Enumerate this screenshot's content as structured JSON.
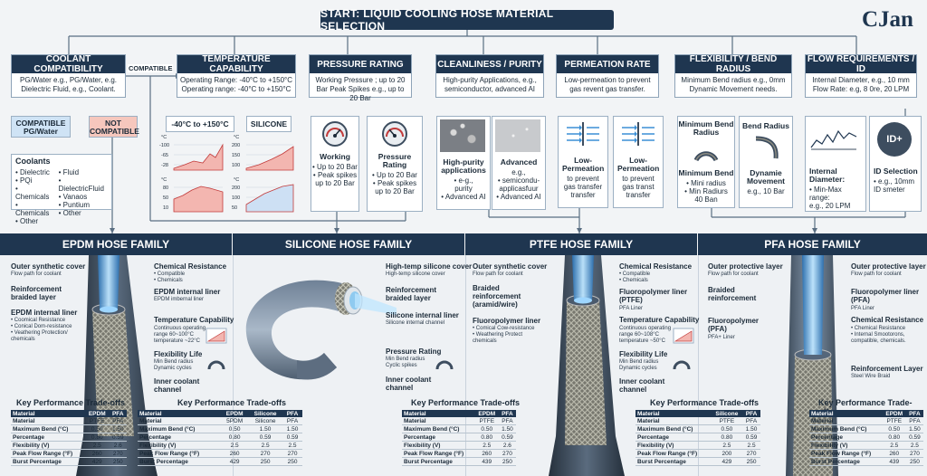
{
  "start": "START: LIQUID COOLING HOSE MATERIAL SELECTION",
  "logo": "CJan",
  "compatible_tag": "COMPATIBLE",
  "columns": [
    {
      "title": "COOLANT COMPATIBILITY",
      "text": "PG/Water e.g., PG/Water, e.g. Dielectric Fluid, e.g., Coolant."
    },
    {
      "title": "TEMPERATURE CAPABILITY",
      "text": "Operating Range: -40°C to +150°C Operating range: -40°C to +150°C"
    },
    {
      "title": "PRESSURE RATING",
      "text": "Working Pressure ; up to 20 Bar Peak Spikes e.g., up to 20 Bar"
    },
    {
      "title": "CLEANLINESS / PURITY",
      "text": "High-purity Applications, e.g., semiconductor, advanced AI"
    },
    {
      "title": "PERMEATION RATE",
      "text": "Low-permeation to prevent gas revent gas transfer."
    },
    {
      "title": "FLEXIBILITY / BEND RADIUS",
      "text": "Minimum Bend radius e.g., 0mm Dynamic Movement needs."
    },
    {
      "title": "FLOW REQUIREMENTS / ID",
      "text": "Internal Diameter, e.g., 10 mm Flow Rate: e.g, 8 0re, 20 LPM"
    }
  ],
  "coolant": {
    "compatible": "COMPATIBLE PG/Water",
    "not_compatible": "NOT COMPATIBLE",
    "coolants_title": "Coolants",
    "list_left": [
      "• Dielectric",
      "• PQi",
      "• Chemicals",
      "• Chemicals",
      "• Other"
    ],
    "list_right": [
      "• Fluid",
      "• DielectricFluid",
      "• Vanaos",
      "• Puntium",
      "• Other"
    ]
  },
  "temperature": {
    "range_a": "-40°C to +150°C",
    "range_b": "SILICONE",
    "unit": "°C",
    "ticks_a": [
      "-100",
      "-65",
      "-28"
    ],
    "ticks_b": [
      "200",
      "150",
      "100"
    ],
    "ticks_c": [
      "80",
      "50",
      "10"
    ],
    "ticks_d": [
      "200",
      "100",
      "50"
    ]
  },
  "pressure": {
    "a_title": "Working",
    "a_items": [
      "• Up to 20 Bar",
      "• Peak spikes",
      "up to 20 Bar"
    ],
    "b_title": "Pressure Rating",
    "b_items": [
      "• Up to 20 Bar",
      "• Peak spikes",
      "up to 20 Bar"
    ]
  },
  "cleanliness": {
    "a_title": "High-purity applications",
    "a_items": [
      "• e-g.,",
      "purity",
      "• Advanced AI"
    ],
    "b_title": "Advanced",
    "b_items": [
      "e.g.,",
      "• semicondu-",
      "applicasfuur",
      "• Advanced AI"
    ]
  },
  "permeation": {
    "a_title": "Low-Permeation",
    "a_items": [
      "to prevent",
      "gas transfer",
      "transfer"
    ],
    "b_title": "Low-Permeation",
    "b_items": [
      "to prevent",
      "gas transt",
      "transfer"
    ]
  },
  "flex": {
    "a_head": "Minimum Bend Radius",
    "a_title": "Minimum Bend",
    "a_items": [
      "• Mini radius",
      "• Min Radiurs",
      "40 Ban"
    ],
    "b_head": "Bend Radius",
    "b_title": "Dynamie Movement",
    "b_items": [
      "e.g., 10 Bar"
    ]
  },
  "flow": {
    "a_title": "Internal Diameter:",
    "a_items": [
      "• Min-Max range:",
      "e.g., 20 LPM"
    ],
    "b_title": "ID Selection",
    "b_items": [
      "• e.g., 10mm",
      "ID smeter"
    ],
    "id_icon": "ID+"
  },
  "families": [
    "EPDM HOSE FAMILY",
    "SILICONE HOSE FAMILY",
    "PTFE HOSE FAMILY",
    "PFA HOSE FAMILY"
  ],
  "epdm": {
    "l1": "Outer synthetic cover",
    "l1s": "Flow path for coolant",
    "l2": "Reinforcement braided layer",
    "l3": "EPDM internal liner",
    "l3s": [
      "• Coomical Resistance",
      "• Conical Dom-resistance",
      "• Veathering Protection/",
      "chemicals"
    ],
    "r1": "Chemical Resistance",
    "r1s": [
      "• Compatible",
      "• Chemicals"
    ],
    "r2": "EPDM internal liner",
    "r2s": "EPDM imbernal liner",
    "r3": "Temperature Capability",
    "r3s": [
      "Continuous operating",
      "range 60~100°C",
      "temperature ~22°C"
    ],
    "r4": "Flexibility Life",
    "r4s": [
      "Min Bend radius",
      "Dynamic cycles"
    ],
    "r5": "Inner coolant channel"
  },
  "silicone": {
    "r1": "High-temp silicone cover",
    "r1s": "High-temp silicone cover",
    "r2": "Reinforcement braided layer",
    "r3": "Silicone internal liner",
    "r3s": "Silicone internal channel",
    "r4": "Pressure Rating",
    "r4s": [
      "Min Bend radius",
      "Cyclic spikes"
    ],
    "r5": "Inner coolant channel"
  },
  "ptfe": {
    "l1": "Outer synthetic cover",
    "l1s": "Flow path for coolant",
    "l2": "Braided reinforcement (aramid/wire)",
    "l3": "Fluoropolymer liner",
    "l3s": [
      "• Comical Cow-resistance",
      "• Weathering Protect",
      "chemicals"
    ],
    "r1": "Chemical Resistance",
    "r1s": [
      "• Compatible",
      "• Chemicals"
    ],
    "r2": "Fluoropolymer liner (PTFE)",
    "r2s": "PFA Liner",
    "r3": "Temperature Capability",
    "r3s": [
      "Continuous operating",
      "range 60~108°C",
      "temperature ~50°C"
    ],
    "r4": "Flexibility Life",
    "r4s": [
      "Min Bend radius",
      "Dynamic cycles"
    ],
    "r5": "Inner coolant channel"
  },
  "pfa": {
    "l1": "Outer protective layer",
    "l1s": "Flow path for coolant",
    "l2": "Braided reinforcement",
    "l3": "Fluoropolymer (PFA)",
    "l3s": "PFA+ Liner",
    "r1": "Outer protective layer",
    "r1s": "Flow path for coolant",
    "r2": "Fluoropolymer liner (PFA)",
    "r2s": "PFA Liner",
    "r3": "Chemical Resistance",
    "r3s": [
      "• Chemical Resistance",
      "• Internal Smootorons,",
      "compatible, chemicals."
    ],
    "r4": "Reinforcement Layer",
    "r4s": "Steel Wire Braid"
  },
  "kpt_title": "Key Performance Trade-offs",
  "tables": [
    {
      "headers": [
        "Material",
        "EPDM",
        "PFA"
      ],
      "rows": [
        [
          "Material",
          "PTFE",
          "PFA"
        ],
        [
          "Maximum Bend (°C)",
          "0.50",
          "1.50"
        ],
        [
          "Percentage",
          "0.80",
          "0.59"
        ],
        [
          "Flexibility (V)",
          "2.5",
          "2.6"
        ],
        [
          "Peak Flow Range (°F)",
          "260",
          "270"
        ],
        [
          "Burst Percentage",
          "429",
          "250"
        ]
      ]
    },
    {
      "headers": [
        "Material",
        "EPDM",
        "Silicone",
        "PFA"
      ],
      "rows": [
        [
          "Material",
          "5PDM",
          "Silicone",
          "PFA"
        ],
        [
          "Maximum Bend (°C)",
          "0.50",
          "1.50",
          "1.50"
        ],
        [
          "Percentage",
          "0.80",
          "0.59",
          "0.59"
        ],
        [
          "Flexibility (V)",
          "2.5",
          "2.5",
          "2.5"
        ],
        [
          "Peak Flow Range (°F)",
          "260",
          "270",
          "270"
        ],
        [
          "Burst Percentage",
          "429",
          "250",
          "250"
        ]
      ]
    },
    {
      "headers": [
        "Material",
        "EPDM",
        "PFA"
      ],
      "rows": [
        [
          "Material",
          "PTFE",
          "PFA"
        ],
        [
          "Maximum Bend (°C)",
          "0.50",
          "1.50"
        ],
        [
          "Percentage",
          "0.80",
          "0.59"
        ],
        [
          "Flexibility (V)",
          "2.5",
          "2.6"
        ],
        [
          "Peak Flow Range (°F)",
          "260",
          "270"
        ],
        [
          "Burst Percentage",
          "439",
          "250"
        ]
      ]
    },
    {
      "headers": [
        "Material",
        "Silicone",
        "PFA"
      ],
      "rows": [
        [
          "Material",
          "PTFE",
          "PFA"
        ],
        [
          "Maximum Bend (°C)",
          "0.50",
          "1.50"
        ],
        [
          "Percentage",
          "0.80",
          "0.59"
        ],
        [
          "Flexibility (V)",
          "2.5",
          "2.5"
        ],
        [
          "Peak Flow Range (°F)",
          "200",
          "270"
        ],
        [
          "Burst Percentage",
          "429",
          "250"
        ]
      ]
    },
    {
      "headers": [
        "Material",
        "EPDM",
        "PFA"
      ],
      "rows": [
        [
          "Material",
          "PTFE",
          "PFA"
        ],
        [
          "Maximum Bend (°C)",
          "0.50",
          "1.50"
        ],
        [
          "Percentage",
          "0.80",
          "0.59"
        ],
        [
          "Flexibility (V)",
          "2.5",
          "2.5"
        ],
        [
          "Peak Flow Range (°F)",
          "260",
          "270"
        ],
        [
          "Burst Percentage",
          "439",
          "250"
        ]
      ]
    }
  ],
  "colors": {
    "navy": "#1f3650",
    "compatible_bg": "#cfe3f5",
    "not_compatible_bg": "#f6c7bd",
    "hose_cover": "#3d4d5f",
    "braid": "#8c8c82",
    "coolant_blue": "#5cb6ef"
  }
}
